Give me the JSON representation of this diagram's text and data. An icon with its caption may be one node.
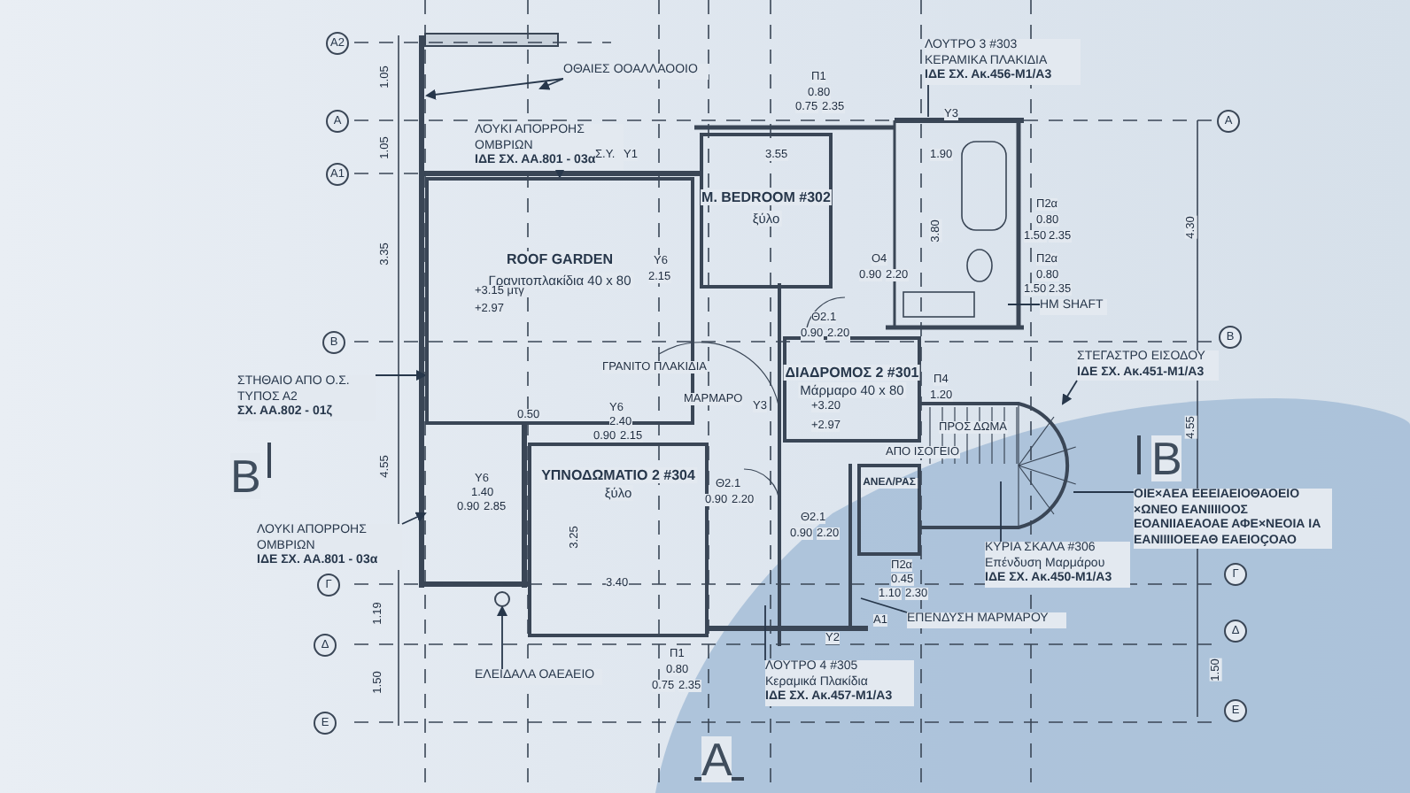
{
  "diagram": {
    "nodes": [
      {
        "text": [
          "ROOF GARDEN",
          "Γρανιτοπλακίδια 40 x 80"
        ]
      },
      {
        "text": [
          "M. BEDROOM #302",
          "ξύλο"
        ]
      },
      {
        "text": [
          "ΔΙΑΔΡΟΜΟΣ 2 #301",
          "Μάρμαρο 40 x 80"
        ]
      },
      {
        "text": [
          "ΥΠΝΟΔΩΜΑΤΙΟ 2 #304",
          "ξύλο"
        ]
      },
      {
        "text": [
          "ΑΝΕΛ/ΡΑΣ"
        ]
      },
      {
        "text": [
          "ΟΘΑΙΕΣ ΟΟΑΛΛΑΟΟΙΟ"
        ]
      },
      {
        "text": [
          "ΛΟΥΚΙ ΑΠΟΡΡΟΗΣ ΟΜΒΡΙΩΝ",
          "ΙΔΕ ΣΧ. ΑΑ.801 - 03α"
        ]
      },
      {
        "text": [
          "ΣΤΗΘΑΙΟ ΑΠΟ Ο.Σ. ΤΥΠΟΣ Α2",
          "ΣΧ. ΑΑ.802 - 01ζ"
        ]
      },
      {
        "text": [
          "ΛΟΥΚΙ ΑΠΟΡΡΟΗΣ ΟΜΒΡΙΩΝ",
          "ΙΔΕ ΣΧ. ΑΑ.801 - 03α"
        ]
      },
      {
        "text": [
          "ΕΛΕΙΔΑΛΑ ΟΑΕΑΕΙΟ"
        ]
      },
      {
        "text": [
          "ΛΟΥΤΡΟ 3 #303",
          "ΚΕΡΑΜΙΚΑ ΠΛΑΚΙΔΙΑ",
          "ΙΔΕ ΣΧ. Ακ.456-Μ1/Α3"
        ]
      },
      {
        "text": [
          "HM SHAFT"
        ]
      },
      {
        "text": [
          "ΣΤΕΓΑΣΤΡΟ ΕΙΣΟΔΟΥ",
          "ΙΔΕ ΣΧ. Ακ.451-Μ1/Α3"
        ]
      },
      {
        "text": [
          "ΚΥΡΙΑ ΣΚΑΛΑ #306",
          "Επένδυση Μαρμάρου",
          "ΙΔΕ ΣΧ. Ακ.450-Μ1/Α3"
        ]
      },
      {
        "text": [
          "ΟΙΕ×ΑΕΑ ΕΕΕΙΑΕΙΟΘΑΟΕΙΟ ×ΩΝΕΟ ΕΑΝΙΙΙΙΟΟΣ ΕΟΑΝΙΙΑΕΑΟΑΕ ΑΦΕ×ΝΕΟΙΑ ΙΑ ΕΑΝΙΙΙΙΟΕΕΑΘ ΕΑΕΙΟÇΟΑΟ"
        ]
      },
      {
        "text": [
          "ΕΠΕΝΔΥΣΗ ΜΑΡΜΑΡΟΥ"
        ]
      },
      {
        "text": [
          "ΛΟΥΤΡΟ 4 #305",
          "Κεραμικά Πλακίδια",
          "ΙΔΕ ΣΧ. Ακ.457-Μ1/Α3"
        ]
      },
      {
        "text": [
          "Α2"
        ]
      },
      {
        "text": [
          "Α"
        ]
      },
      {
        "text": [
          "Α1"
        ]
      },
      {
        "text": [
          "Β"
        ]
      },
      {
        "text": [
          "Γ"
        ]
      },
      {
        "text": [
          "Δ"
        ]
      },
      {
        "text": [
          "Ε"
        ]
      },
      {
        "text": [
          "Α"
        ]
      },
      {
        "text": [
          "Β"
        ]
      },
      {
        "text": [
          "Γ"
        ]
      },
      {
        "text": [
          "Δ"
        ]
      },
      {
        "text": [
          "Ε"
        ]
      },
      {
        "text": [],
        "shape": "circle"
      }
    ],
    "edges": [
      {
        "from": 5,
        "to": null,
        "arrow": "to"
      },
      {
        "from": 5,
        "to": null,
        "arrow": "to"
      },
      {
        "from": 6,
        "to": 0,
        "arrow": "to"
      },
      {
        "from": 7,
        "to": 0,
        "arrow": "to"
      },
      {
        "from": 8,
        "to": null,
        "arrow": "to"
      },
      {
        "from": 9,
        "to": 29,
        "arrow": "to"
      },
      {
        "from": 10,
        "to": null,
        "arrow": "none"
      },
      {
        "from": 11,
        "to": null,
        "arrow": "none"
      },
      {
        "from": 12,
        "to": null,
        "arrow": "to"
      },
      {
        "from": 13,
        "to": null,
        "arrow": "none"
      },
      {
        "from": 14,
        "to": null,
        "arrow": "none"
      },
      {
        "from": 15,
        "to": null,
        "arrow": "none"
      },
      {
        "from": 16,
        "to": null,
        "arrow": "none"
      }
    ],
    "labels": [
      "Π1",
      "0.80",
      "0.75",
      "2.35",
      "Σ.Υ.",
      "Υ1",
      "3.55",
      "Υ3",
      "1.90",
      "Υ6",
      "2.15",
      "Π2α",
      "0.80",
      "1.50",
      "2.35",
      "Π2α",
      "0.80",
      "1.50",
      "2.35",
      "3.80",
      "Ο4",
      "0.90",
      "2.20",
      "Θ2.1",
      "0.90",
      "2.20",
      "+3.15 μτγ",
      "+2.97",
      "ΓΡΑΝΙΤΟ ΠΛΑΚΙΔΙΑ",
      "ΜΑΡΜΑΡΟ",
      "Υ6",
      "2.40",
      "0.90",
      "2.15",
      "Υ3",
      "Π4",
      "1.20",
      "+3.20",
      "+2.97",
      "Υ6",
      "1.40",
      "0.90",
      "2.85",
      "0.50",
      "3.25",
      "3.40",
      "Θ2.1",
      "0.90",
      "2.20",
      "Θ2.1",
      "0.90",
      "2.20",
      "ΑΠΟ ΙΣΟΓΕΙΟ",
      "ΠΡΟΣ ΔΩΜΑ",
      "Π2α",
      "0.45",
      "1.10",
      "2.30",
      "Α1",
      "Υ2",
      "Π1",
      "0.80",
      "0.75",
      "2.35",
      "1.05",
      "1.05",
      "3.35",
      "4.55",
      "1.19",
      "1.50",
      "4.30",
      "4.55",
      "1.50",
      "Β",
      "Α",
      "Β"
    ]
  }
}
